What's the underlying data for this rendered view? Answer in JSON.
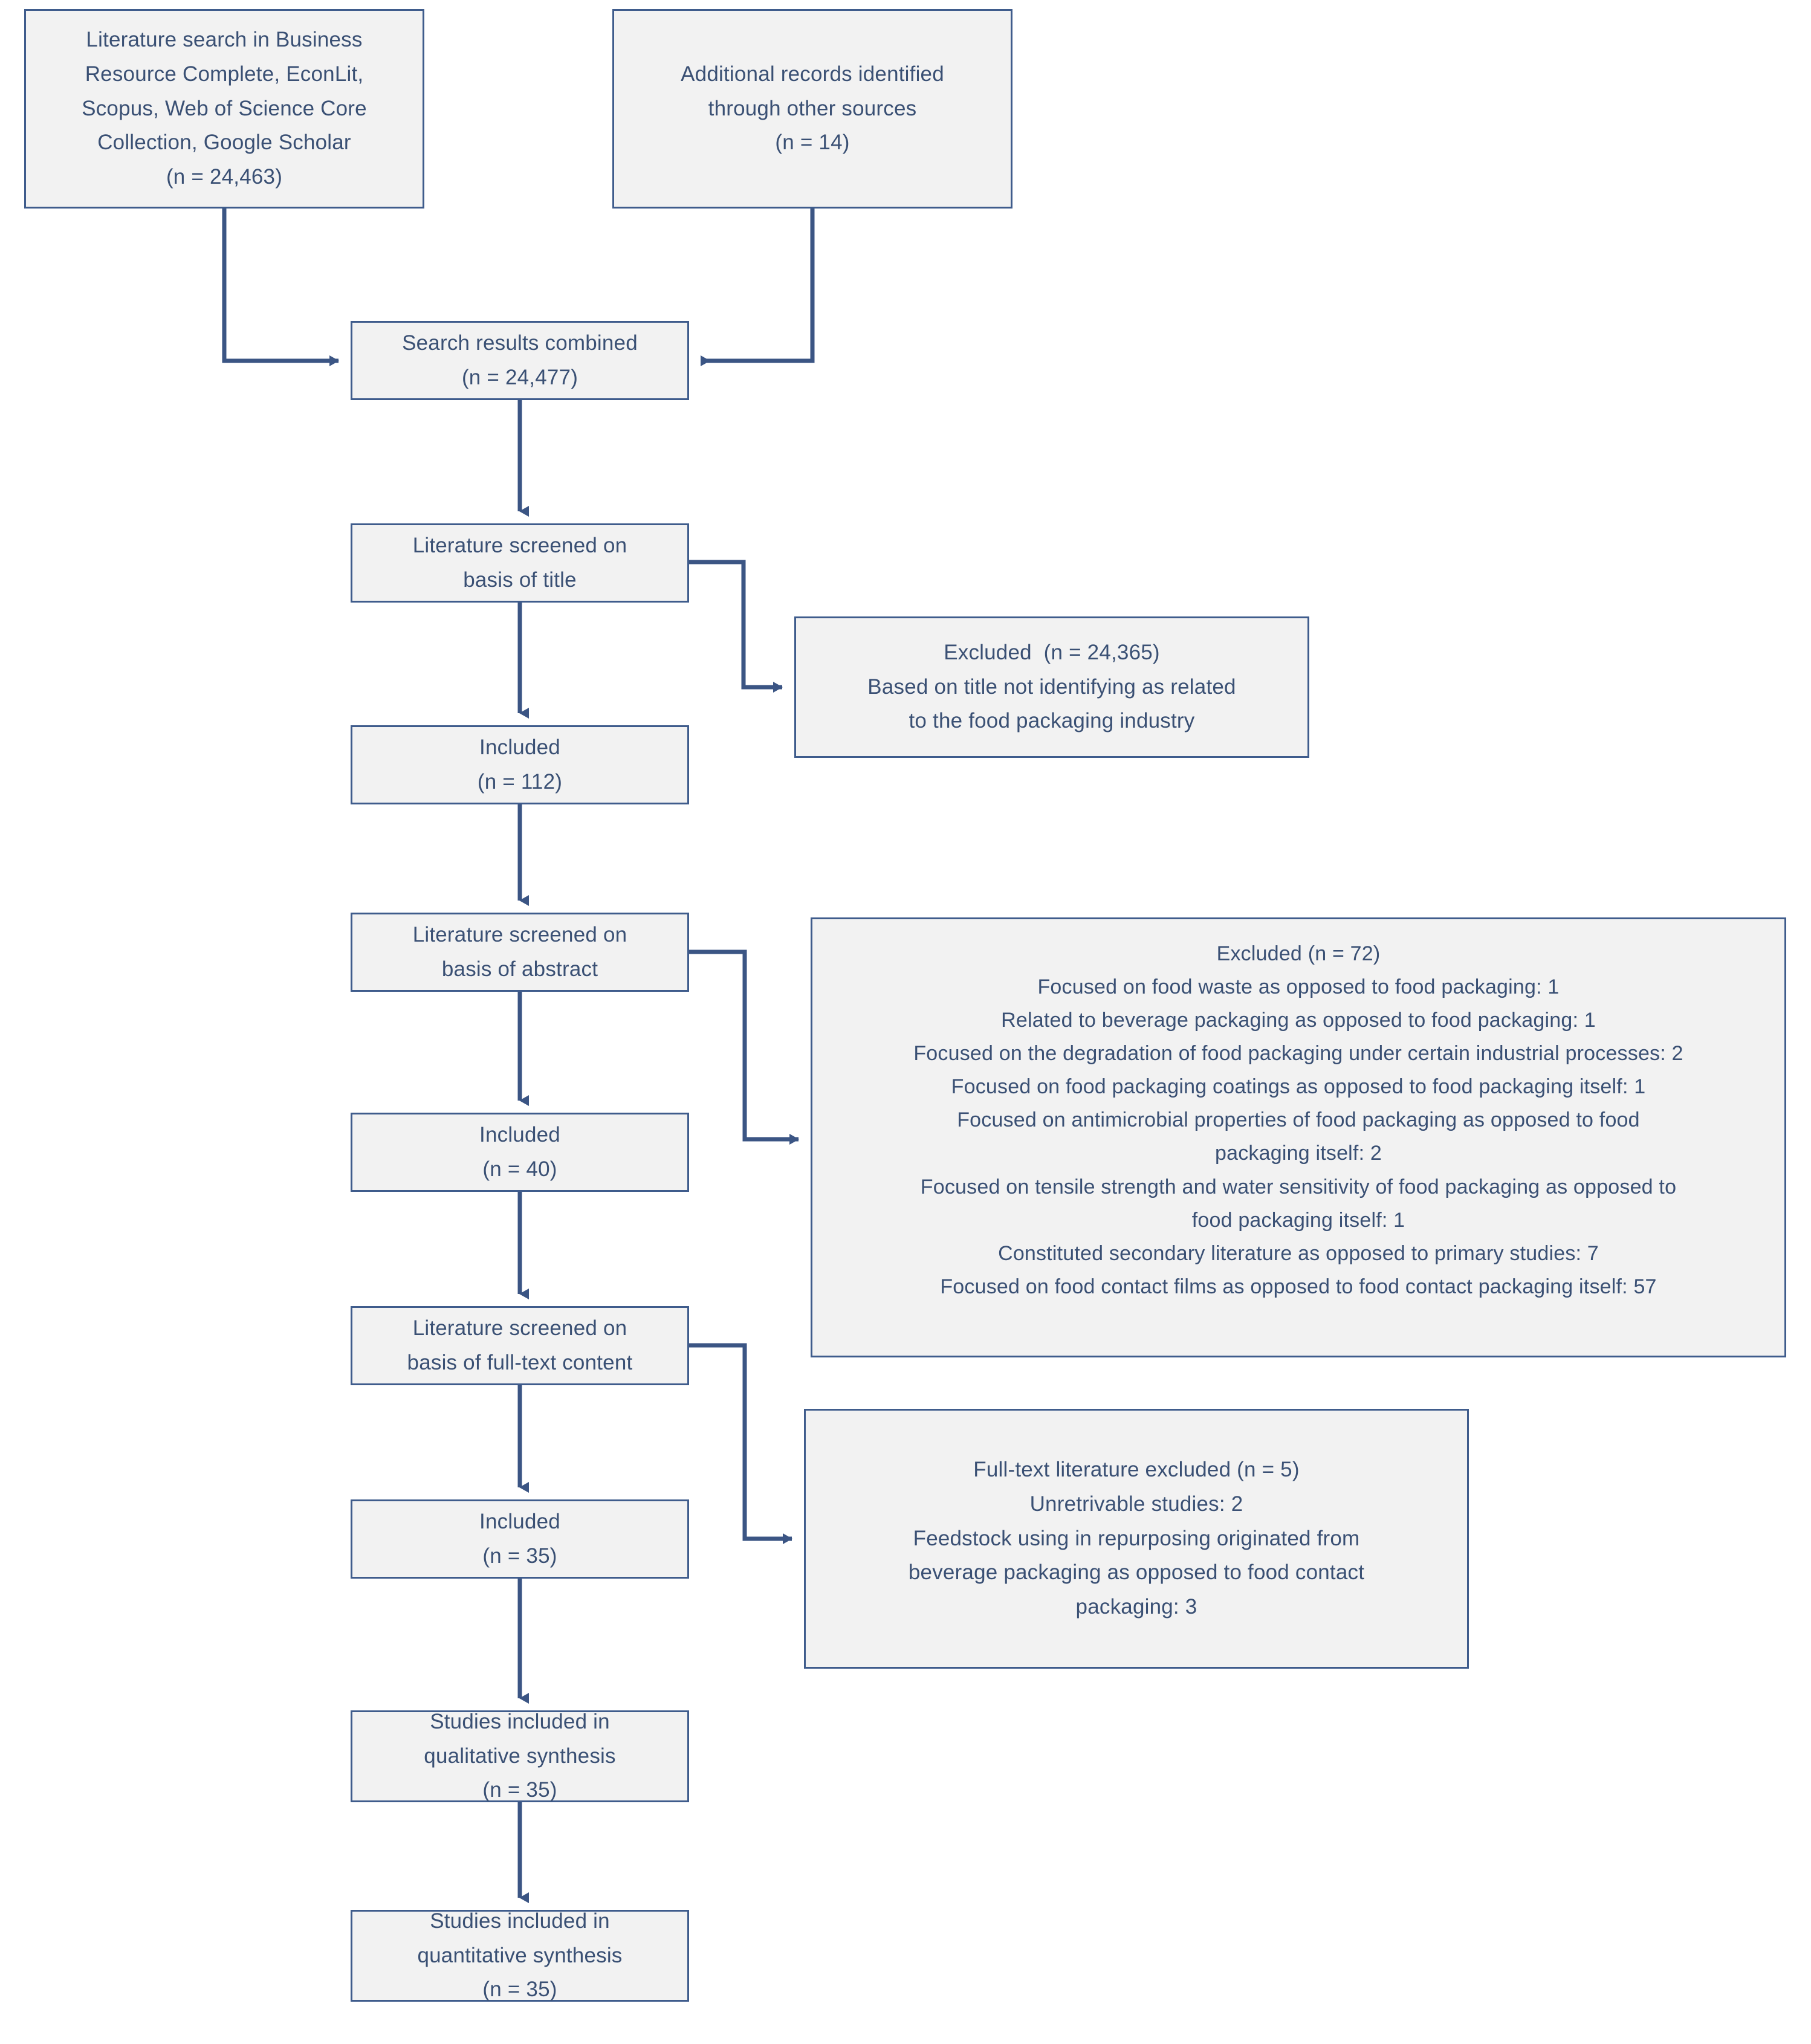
{
  "diagram": {
    "type": "prisma-flow-diagram",
    "colors": {
      "box_border": "#3f5c8c",
      "box_fill": "#f2f2f2",
      "text": "#3a5074",
      "connector": "#3b5584",
      "background": "#ffffff"
    }
  },
  "nodes": {
    "search_sources": {
      "name": "literature-search-sources",
      "lines": [
        "Literature search in Business",
        "Resource Complete, EconLit,",
        "Scopus, Web of Science Core",
        "Collection, Google Scholar",
        "(n = 24,463)"
      ]
    },
    "additional_records": {
      "name": "additional-records",
      "lines": [
        "Additional records identified",
        "through other sources",
        "(n = 14)"
      ]
    },
    "search_combined": {
      "name": "search-results-combined",
      "lines": [
        "Search results combined",
        "(n = 24,477)"
      ]
    },
    "screened_title": {
      "name": "screened-on-title",
      "lines": [
        "Literature screened on",
        "basis of title"
      ]
    },
    "excluded_title": {
      "name": "excluded-on-title",
      "lines": [
        "Excluded  (n = 24,365)",
        "Based on title not identifying as related",
        "to the food packaging industry"
      ]
    },
    "included_112": {
      "name": "included-112",
      "lines": [
        "Included",
        "(n = 112)"
      ]
    },
    "screened_abstract": {
      "name": "screened-on-abstract",
      "lines": [
        "Literature screened on",
        "basis of abstract"
      ]
    },
    "excluded_abstract": {
      "name": "excluded-on-abstract",
      "lines": [
        "Excluded (n = 72)",
        "Focused on food waste as opposed to food packaging: 1",
        "Related to beverage packaging as opposed to food packaging: 1",
        "Focused on the degradation of food packaging under certain industrial processes: 2",
        "Focused on food packaging coatings as opposed to food packaging itself: 1",
        "Focused on antimicrobial properties of food packaging as opposed to food",
        "packaging itself: 2",
        "Focused on tensile strength and water sensitivity of food packaging as opposed to",
        "food packaging itself: 1",
        "Constituted secondary literature as opposed to primary studies: 7",
        "Focused on food contact films as opposed to food contact packaging itself: 57"
      ]
    },
    "included_40": {
      "name": "included-40",
      "lines": [
        "Included",
        "(n = 40)"
      ]
    },
    "screened_fulltext": {
      "name": "screened-on-full-text",
      "lines": [
        "Literature screened on",
        "basis of full-text content"
      ]
    },
    "excluded_fulltext": {
      "name": "excluded-full-text",
      "lines": [
        "Full-text literature excluded (n = 5)",
        "Unretrivable studies: 2",
        "Feedstock using in repurposing originated from",
        "beverage packaging as opposed to food contact",
        "packaging: 3"
      ]
    },
    "included_35": {
      "name": "included-35",
      "lines": [
        "Included",
        "(n = 35)"
      ]
    },
    "qualitative": {
      "name": "qualitative-synthesis",
      "lines": [
        "Studies included in",
        "qualitative synthesis",
        "(n = 35)"
      ]
    },
    "quantitative": {
      "name": "quantitative-synthesis",
      "lines": [
        "Studies included in",
        "quantitative synthesis",
        "(n = 35)"
      ]
    }
  },
  "flow": {
    "counts": {
      "records_from_databases": 24463,
      "records_from_other_sources": 14,
      "records_combined": 24477,
      "excluded_on_title": 24365,
      "included_after_title": 112,
      "excluded_on_abstract": 72,
      "included_after_abstract": 40,
      "excluded_on_full_text": 5,
      "included_after_full_text": 35,
      "qualitative_synthesis": 35,
      "quantitative_synthesis": 35
    },
    "abstract_exclusion_reasons": [
      {
        "reason": "Focused on food waste as opposed to food packaging",
        "count": 1
      },
      {
        "reason": "Related to beverage packaging as opposed to food packaging",
        "count": 1
      },
      {
        "reason": "Focused on the degradation of food packaging under certain industrial processes",
        "count": 2
      },
      {
        "reason": "Focused on food packaging coatings as opposed to food packaging itself",
        "count": 1
      },
      {
        "reason": "Focused on antimicrobial properties of food packaging as opposed to food packaging itself",
        "count": 2
      },
      {
        "reason": "Focused on tensile strength and water sensitivity of food packaging as opposed to food packaging itself",
        "count": 1
      },
      {
        "reason": "Constituted secondary literature as opposed to primary studies",
        "count": 7
      },
      {
        "reason": "Focused on food contact films as opposed to food contact packaging itself",
        "count": 57
      }
    ],
    "fulltext_exclusion_reasons": [
      {
        "reason": "Unretrivable studies",
        "count": 2
      },
      {
        "reason": "Feedstock using in repurposing originated from beverage packaging as opposed to food contact packaging",
        "count": 3
      }
    ]
  }
}
